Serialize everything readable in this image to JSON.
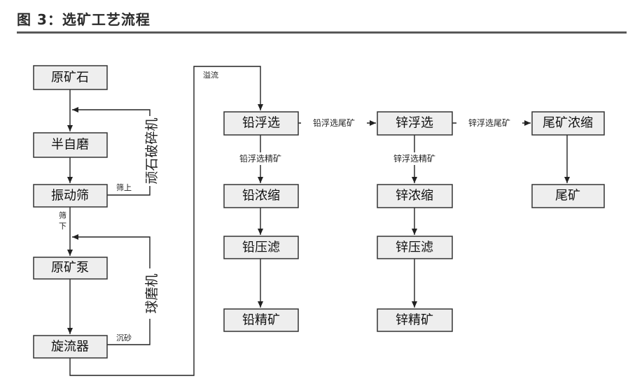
{
  "figure": {
    "title": "图 3：选矿工艺流程"
  },
  "nodes": {
    "yuankuangshi": "原矿石",
    "banzimo": "半自磨",
    "zhendongshai": "振动筛",
    "yuankuangbeng": "原矿泵",
    "xuanliuqi": "旋流器",
    "qianfuxuan": "铅浮选",
    "qiannongsuo": "铅浓缩",
    "qianyalv": "铅压滤",
    "qianjingkuang": "铅精矿",
    "xinfuxuan": "锌浮选",
    "xinnongsuo": "锌浓缩",
    "xinyalv": "锌压滤",
    "xinjingkuang": "锌精矿",
    "weikuangnongsuo": "尾矿浓缩",
    "weikuang": "尾矿"
  },
  "labels": {
    "shai_shang": "筛上",
    "shai": "筛",
    "xia": "下",
    "chensha": "沉砂",
    "yiliu": "溢流",
    "qian_weikuang": "铅浮选尾矿",
    "xin_weikuang": "锌浮选尾矿",
    "qian_jingkuang": "铅浮选精矿",
    "xin_jingkuang": "锌浮选精矿",
    "wanshi_posuiji": "顽石破碎机",
    "qiumoji": "球磨机"
  }
}
